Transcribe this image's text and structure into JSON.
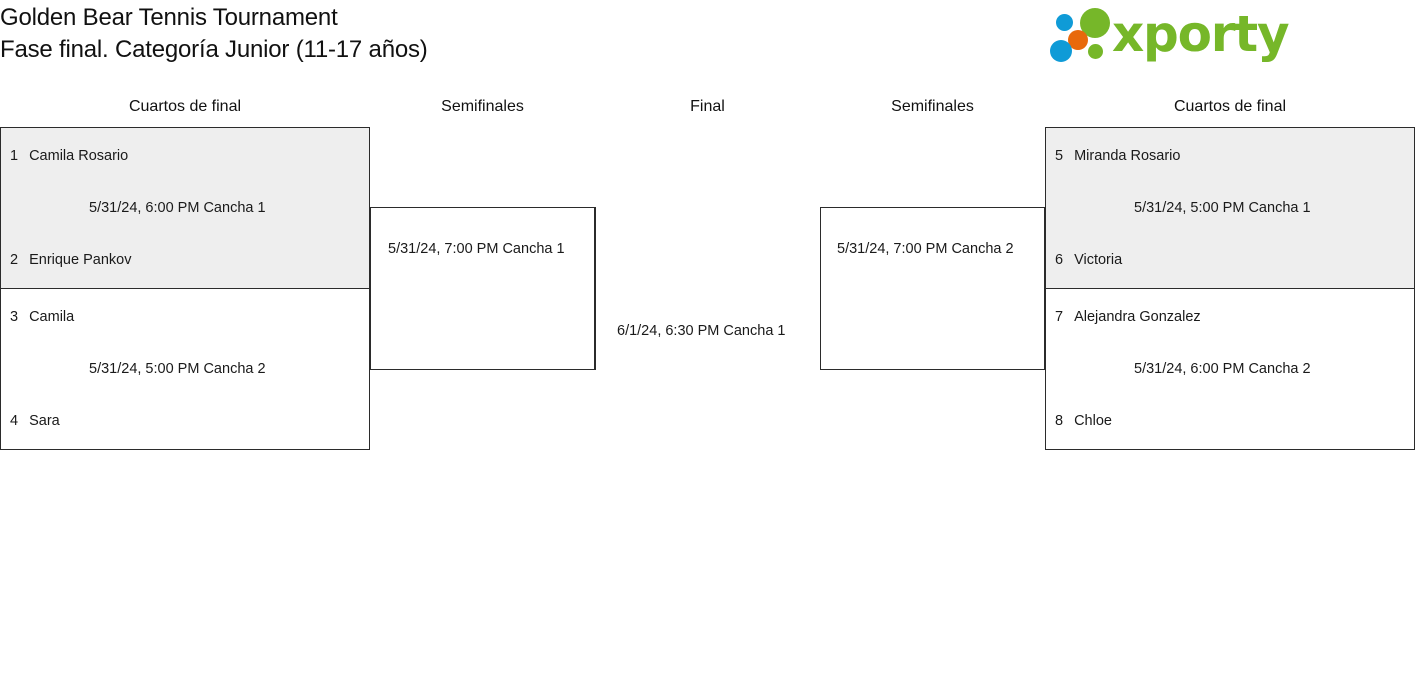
{
  "header": {
    "title_line1": "Golden Bear Tennis Tournament",
    "title_line2": "Fase final. Categoría Junior (11-17 años)",
    "logo": {
      "wordmark": "xporty",
      "green": "#76b729",
      "blue": "#0f9bd7",
      "orange": "#e8690b"
    }
  },
  "bracket": {
    "rounds": [
      {
        "label": "Cuartos de final"
      },
      {
        "label": "Semifinales"
      },
      {
        "label": "Final"
      },
      {
        "label": "Semifinales"
      },
      {
        "label": "Cuartos de final"
      }
    ],
    "matches": {
      "left_qf1": {
        "top": {
          "seed": "1",
          "player": "Camila Rosario"
        },
        "bottom": {
          "seed": "2",
          "player": "Enrique Pankov"
        },
        "time": "5/31/24, 6:00 PM Cancha 1"
      },
      "left_qf2": {
        "top": {
          "seed": "3",
          "player": "Camila"
        },
        "bottom": {
          "seed": "4",
          "player": "Sara"
        },
        "time": "5/31/24, 5:00 PM Cancha 2"
      },
      "left_sf": {
        "time": "5/31/24, 7:00 PM Cancha 1"
      },
      "final": {
        "time": "6/1/24, 6:30 PM Cancha 1"
      },
      "right_sf": {
        "time": "5/31/24, 7:00 PM Cancha 2"
      },
      "right_qf1": {
        "top": {
          "seed": "5",
          "player": "Miranda Rosario"
        },
        "bottom": {
          "seed": "6",
          "player": "Victoria"
        },
        "time": "5/31/24, 5:00 PM Cancha 1"
      },
      "right_qf2": {
        "top": {
          "seed": "7",
          "player": "Alejandra Gonzalez"
        },
        "bottom": {
          "seed": "8",
          "player": "Chloe"
        },
        "time": "5/31/24, 6:00 PM Cancha 2"
      }
    }
  }
}
